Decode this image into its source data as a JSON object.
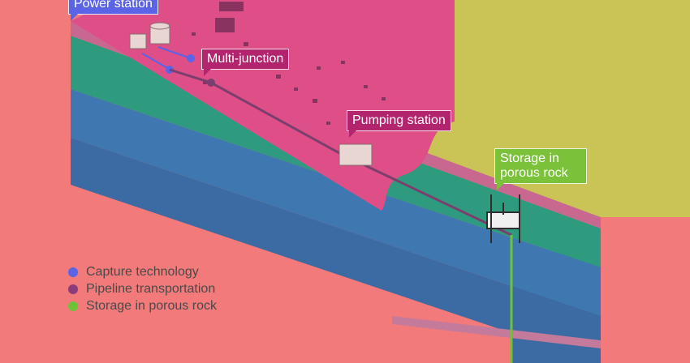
{
  "callouts": {
    "power_station": "Power station",
    "multi_junction": "Multi-junction",
    "pumping_station": "Pumping station",
    "storage": "Storage in porous rock"
  },
  "legend": [
    {
      "label": "Capture technology",
      "color": "#5b63e6"
    },
    {
      "label": "Pipeline transportation",
      "color": "#8a3d7a"
    },
    {
      "label": "Storage in porous rock",
      "color": "#6cc33a"
    }
  ],
  "colors": {
    "background": "#f27a7a",
    "land": "#dd4f86",
    "sea": "#c9c455",
    "layer_green": "#2f9b7e",
    "layer_blue": "#3f78b0",
    "layer_blue_dark": "#3b6ba2",
    "pipeline": "#7a3f6e",
    "capture": "#5b63e6",
    "storage": "#6cc33a"
  }
}
